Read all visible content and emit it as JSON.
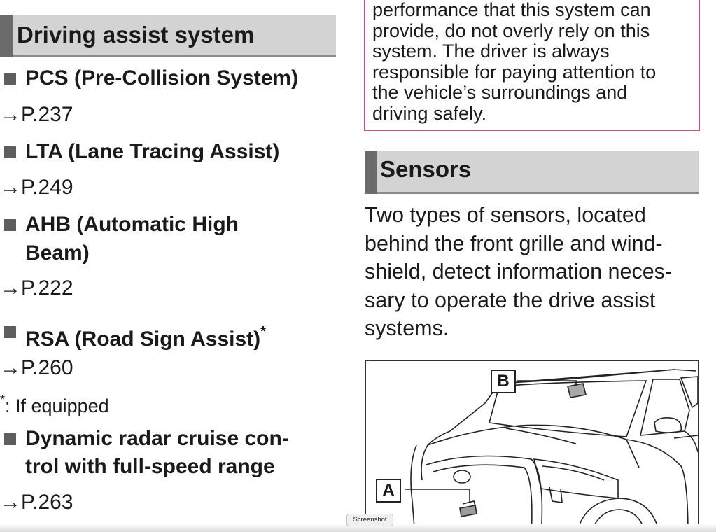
{
  "left": {
    "section_title": "Driving assist system",
    "items": [
      {
        "label": "PCS (Pre-Collision System)",
        "ref": "P.237"
      },
      {
        "label": "LTA (Lane Tracing Assist)",
        "ref": "P.249"
      },
      {
        "label_line1": "AHB (Automatic High",
        "label_line2": "Beam)",
        "ref": "P.222"
      },
      {
        "label": "RSA (Road Sign Assist)",
        "sup": "*",
        "ref": "P.260"
      },
      {
        "label_line1": "Dynamic radar cruise con-",
        "label_line2": "trol with full-speed range",
        "ref": "P.263"
      }
    ],
    "footnote_star": "*",
    "footnote_text": ": If equipped",
    "arrow": "→"
  },
  "right": {
    "caution_lines": [
      "performance that this system can",
      "provide, do not overly rely on this",
      "system. The driver is always",
      "responsible for paying attention to",
      "the vehicle’s surroundings and",
      "driving safely."
    ],
    "section_title": "Sensors",
    "body_lines": [
      "Two types of sensors, located",
      "behind the front grille and wind-",
      "shield, detect information neces-",
      "sary to operate the drive assist",
      "systems."
    ],
    "figure": {
      "callout_a": "A",
      "callout_b": "B"
    }
  },
  "tooltip": "Screenshot",
  "colors": {
    "header_bg": "#d3d3d3",
    "header_bar": "#6b6b6b",
    "caution_border": "#c8508a",
    "bullet": "#5e5e5e"
  }
}
